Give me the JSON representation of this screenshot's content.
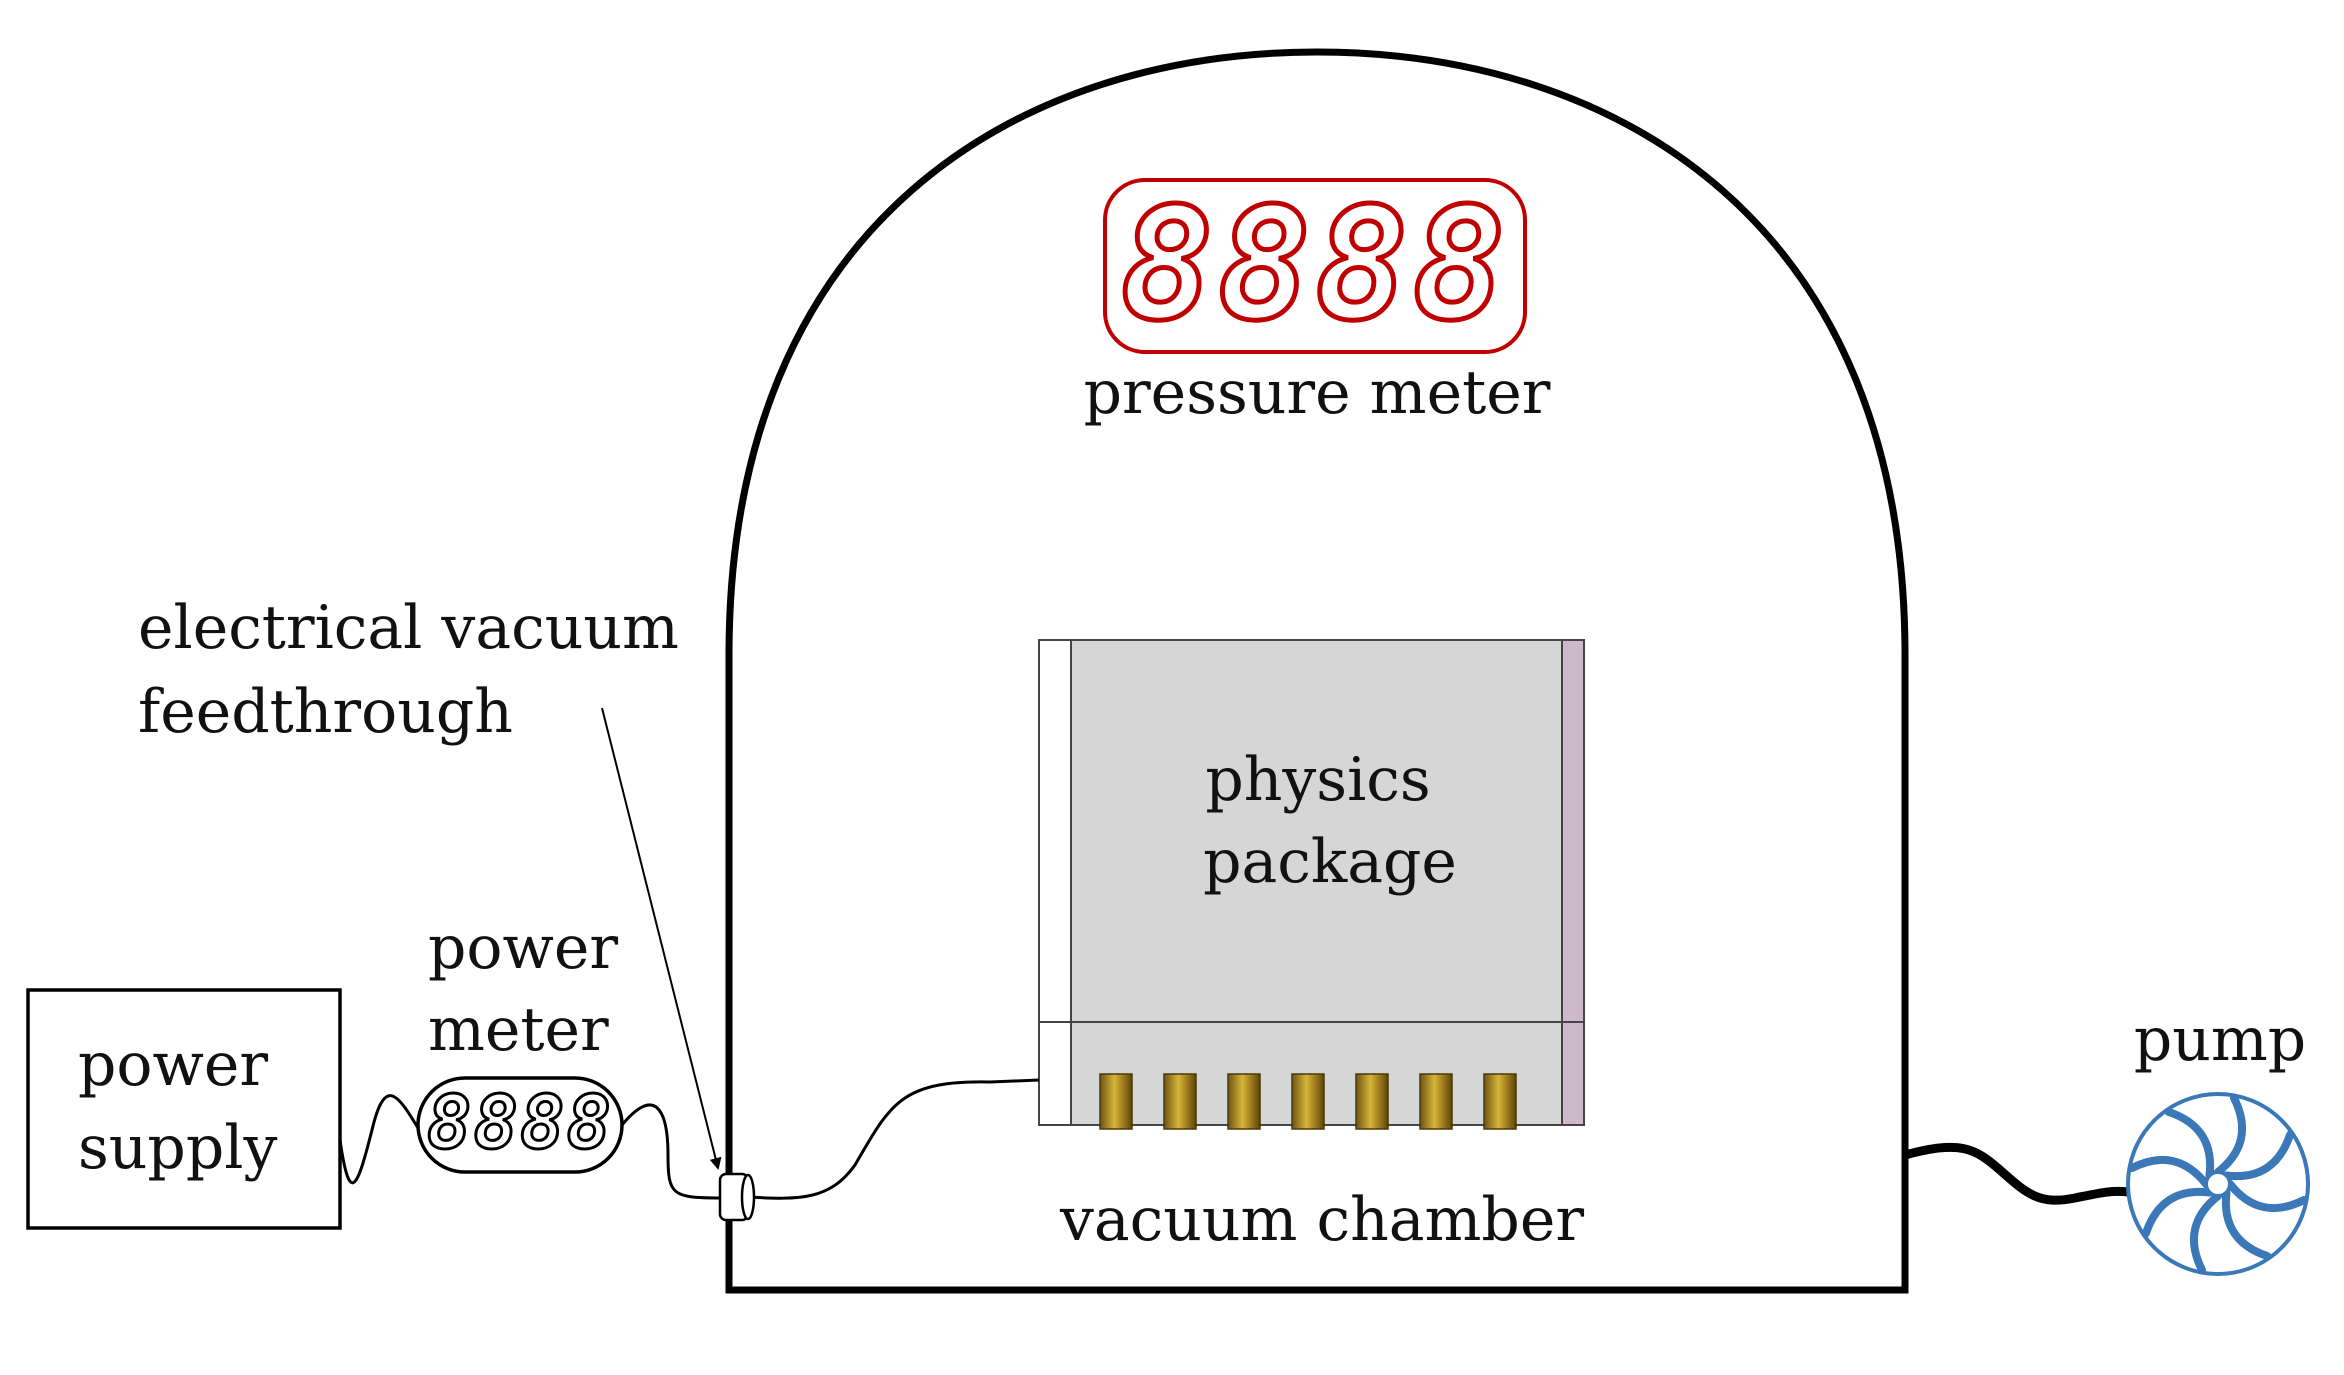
{
  "labels": {
    "pressure_meter": "pressure meter",
    "physics_package_line1": "physics",
    "physics_package_line2": "package",
    "vacuum_chamber": "vacuum chamber",
    "feedthrough_line1": "electrical vacuum",
    "feedthrough_line2": "feedthrough",
    "power_meter_line1": "power",
    "power_meter_line2": "meter",
    "power_supply_line1": "power",
    "power_supply_line2": "supply",
    "pump": "pump"
  },
  "displays": {
    "pressure_meter_digits": "8888",
    "power_meter_digits": "8888"
  },
  "colors": {
    "outline": "#000000",
    "pressure_display": "#c00000",
    "package_fill": "#d6d6d6",
    "package_side": "#cdb8cc",
    "pins": "#b8951e",
    "pump": "#3a78b8"
  }
}
